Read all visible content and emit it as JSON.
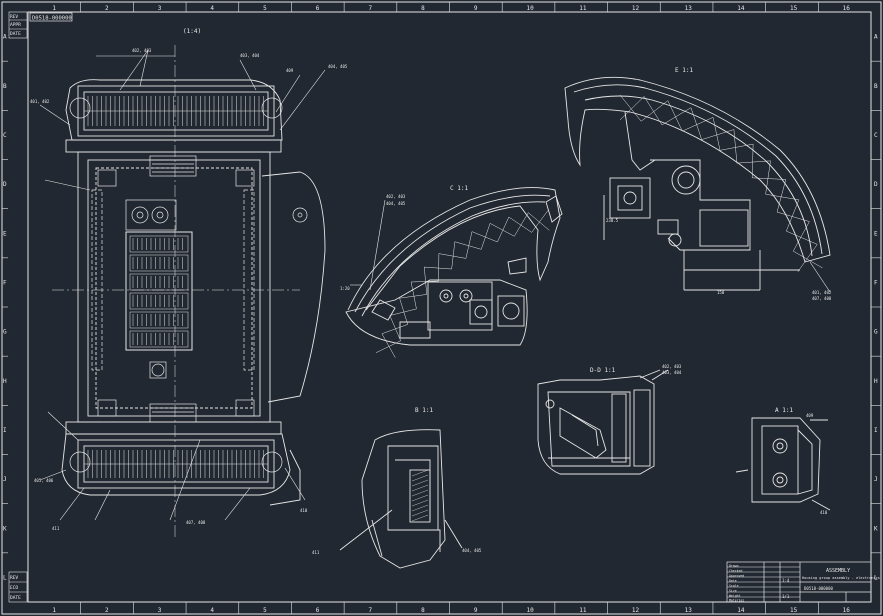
{
  "drawing": {
    "colors": {
      "background": "#222831",
      "line": "#e6e6e6",
      "dim": "#bfc3c8"
    },
    "grid_columns": [
      "1",
      "2",
      "3",
      "4",
      "5",
      "6",
      "7",
      "8",
      "9",
      "10",
      "11",
      "12",
      "13",
      "14",
      "15",
      "16"
    ],
    "grid_rows": [
      "A",
      "B",
      "C",
      "D",
      "E",
      "F",
      "G",
      "H",
      "I",
      "J",
      "K",
      "L"
    ],
    "stamp": "D0518-000000",
    "top_left_boxes": [
      "REV",
      "APPR",
      "DATE"
    ],
    "left_side_boxes": [
      "REV",
      "ECO",
      "DATE"
    ],
    "views": {
      "main_view": {
        "label": "(1:4)"
      },
      "section_A": {
        "label": "A 1:1"
      },
      "section_B": {
        "label": "B 1:1"
      },
      "section_C": {
        "label": "C 1:1"
      },
      "section_D": {
        "label": "D-D 1:1"
      },
      "section_E": {
        "label": "E 1:1"
      }
    },
    "callouts": [
      "402, 403",
      "403, 404",
      "404, 405",
      "401, 402",
      "405, 406",
      "407, 408",
      "409",
      "410",
      "411"
    ],
    "dimensions": [
      "1:20",
      "230.5",
      "150"
    ],
    "title_block": {
      "title": "ASSEMBLY",
      "subtitle": "Housing group assembly - electronics",
      "sheet": "1/1",
      "scale": "1:4",
      "drawing_number": "D0518-000000",
      "rows": [
        "Drawn",
        "Checked",
        "Approved",
        "Date",
        "Scale",
        "Size",
        "Weight",
        "Material"
      ]
    }
  }
}
